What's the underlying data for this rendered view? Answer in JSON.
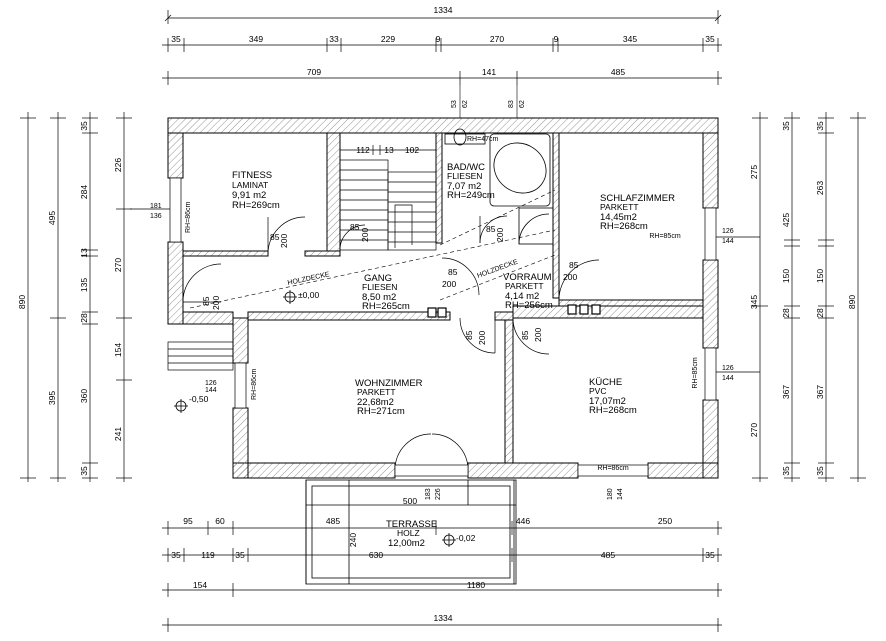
{
  "dims": {
    "top_total": "1334",
    "top_row1": [
      "35",
      "349",
      "33",
      "229",
      "9",
      "270",
      "9",
      "345",
      "35"
    ],
    "top_row2": [
      "709",
      "141",
      "485"
    ],
    "left_outer": [
      "890"
    ],
    "left_mid": [
      "495",
      "395"
    ],
    "left_inner1": [
      "35",
      "284",
      "13",
      "135",
      "28",
      "360",
      "35"
    ],
    "left_inner2": [
      "226",
      "270",
      "154",
      "241"
    ],
    "left_small": [
      "181",
      "136"
    ],
    "right_outer": [
      "890"
    ],
    "right_mid": [
      "425",
      "345",
      "367"
    ],
    "right_inner1": [
      "35",
      "263",
      "150",
      "28",
      "367",
      "35"
    ],
    "right_inner2": [
      "275",
      "270"
    ],
    "right_small1": [
      "126",
      "144"
    ],
    "right_small2": [
      "126",
      "144"
    ],
    "bot_row1": [
      "95",
      "60",
      "485",
      "446",
      "250"
    ],
    "bot_row2": [
      "35",
      "119",
      "35",
      "630",
      "485",
      "35"
    ],
    "bot_row3": [
      "154",
      "1180"
    ],
    "bot_total": "1334",
    "stair_dims": [
      "112",
      "13",
      "102"
    ],
    "bath_top_dims": [
      "53",
      "62",
      "83",
      "62"
    ],
    "terrace_dims": [
      "500",
      "240",
      "183",
      "226"
    ],
    "kitchen_win": [
      "180",
      "144"
    ],
    "living_win": [
      "126",
      "144"
    ]
  },
  "rooms": {
    "fitness": {
      "name": "FITNESS",
      "floor": "LAMINAT",
      "area": "9,91 m2",
      "height": "RH=269cm"
    },
    "bad": {
      "name": "BAD/WC",
      "floor": "FLIESEN",
      "area": "7,07 m2",
      "height": "RH=249cm"
    },
    "schlaf": {
      "name": "SCHLAFZIMMER",
      "floor": "PARKETT",
      "area": "14,45m2",
      "height": "RH=268cm"
    },
    "gang": {
      "name": "GANG",
      "floor": "FLIESEN",
      "area": "8,50 m2",
      "height": "RH=265cm"
    },
    "vorraum": {
      "name": "VORRAUM",
      "floor": "PARKETT",
      "area": "4,14 m2",
      "height": "RH=256cm"
    },
    "wohn": {
      "name": "WOHNZIMMER",
      "floor": "PARKETT",
      "area": "22,68m2",
      "height": "RH=271cm"
    },
    "kueche": {
      "name": "KÜCHE",
      "floor": "PVC",
      "area": "17,07m2",
      "height": "RH=268cm"
    },
    "terrasse": {
      "name": "TERRASSE",
      "floor": "HOLZ",
      "area": "12,00m2"
    }
  },
  "doors": {
    "d85": "85",
    "d200": "200"
  },
  "labels": {
    "holzdecke": "HOLZDECKE",
    "level_zero": "±0,00",
    "level_minus050": "-0,50",
    "level_minus002": "-0,02",
    "rh86": "RH=86cm",
    "rh85": "RH=85cm",
    "rh47": "RH=47cm"
  }
}
